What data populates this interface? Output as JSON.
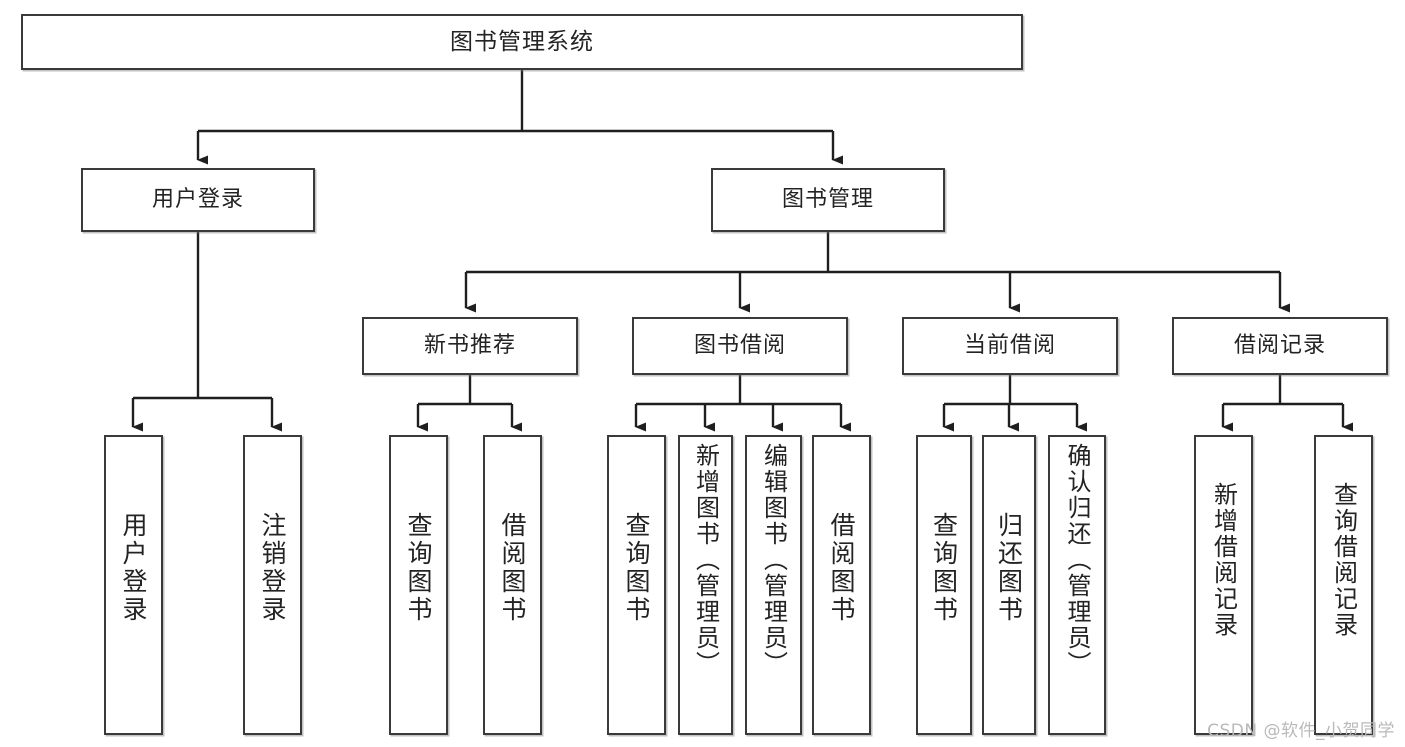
{
  "diagram": {
    "title": "图书管理系统",
    "type": "tree-hierarchy",
    "levels": 4,
    "colors": {
      "node_border": "#3a3a3a",
      "node_fill": "#ffffff",
      "edge": "#1f1f1f",
      "text": "#232323",
      "watermark": "#b9b9b9",
      "background": "#ffffff"
    }
  },
  "root": {
    "label": "图书管理系统"
  },
  "level2": [
    {
      "label": "用户登录"
    },
    {
      "label": "图书管理"
    }
  ],
  "level3": [
    {
      "label": "新书推荐"
    },
    {
      "label": "图书借阅"
    },
    {
      "label": "当前借阅"
    },
    {
      "label": "借阅记录"
    }
  ],
  "leaves": {
    "user_login": [
      {
        "label": "用户登录"
      },
      {
        "label": "注销登录"
      }
    ],
    "new_book_recommend": [
      {
        "label": "查询图书"
      },
      {
        "label": "借阅图书"
      }
    ],
    "book_borrow": [
      {
        "label": "查询图书"
      },
      {
        "label": "新增图书（管理员）"
      },
      {
        "label": "编辑图书（管理员）"
      },
      {
        "label": "借阅图书"
      }
    ],
    "current_borrow": [
      {
        "label": "查询图书"
      },
      {
        "label": "归还图书"
      },
      {
        "label": "确认归还（管理员）"
      }
    ],
    "borrow_record": [
      {
        "label": "新增借阅记录"
      },
      {
        "label": "查询借阅记录"
      }
    ]
  },
  "watermark": {
    "text": "CSDN @软件_小贺同学"
  }
}
